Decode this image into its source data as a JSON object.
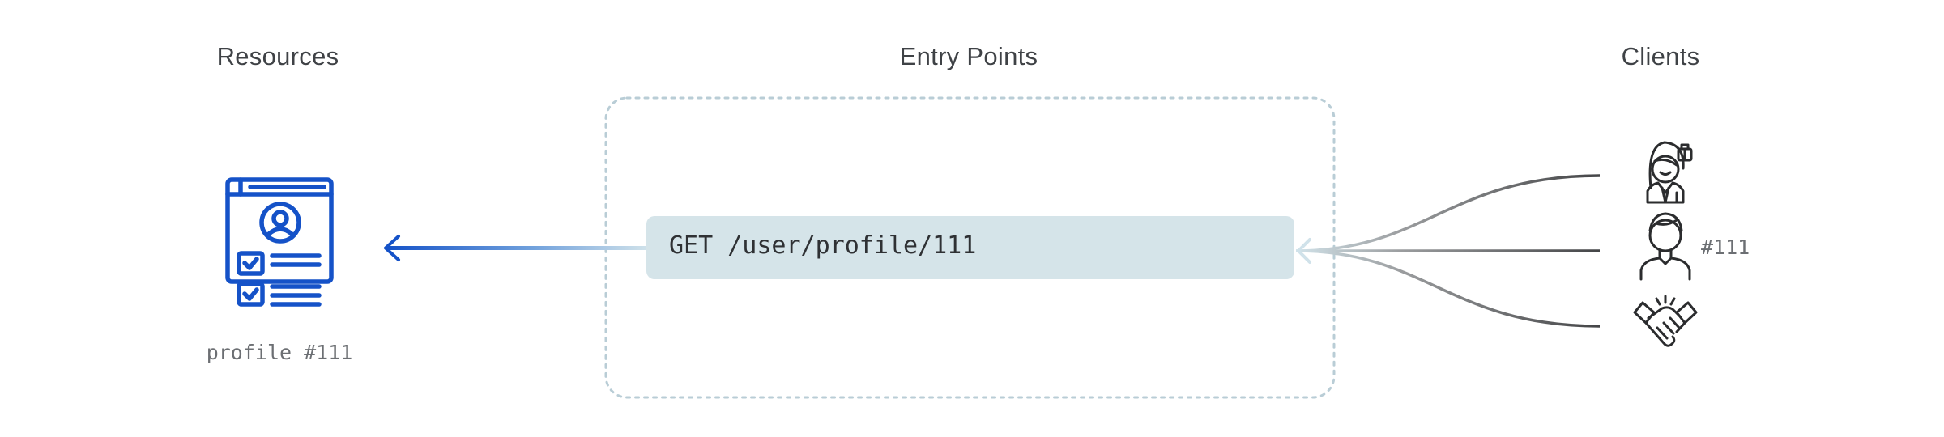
{
  "columns": {
    "resources": "Resources",
    "entry_points": "Entry Points",
    "clients": "Clients"
  },
  "endpoint": {
    "request": "GET /user/profile/111"
  },
  "resource": {
    "caption": "profile #111",
    "icon": "profile-document-icon",
    "color": "#1552c8"
  },
  "clients": [
    {
      "icon": "businesswoman-icon",
      "label": ""
    },
    {
      "icon": "user-icon",
      "label": "#111"
    },
    {
      "icon": "handshake-icon",
      "label": ""
    }
  ],
  "colors": {
    "heading": "#3f4246",
    "endpoint_bg": "#d5e4e9",
    "group_border": "#b9cdd6",
    "client_line": "#4a4b4d",
    "arrow_start": "#d0e2ea",
    "arrow_end": "#1552c8"
  }
}
